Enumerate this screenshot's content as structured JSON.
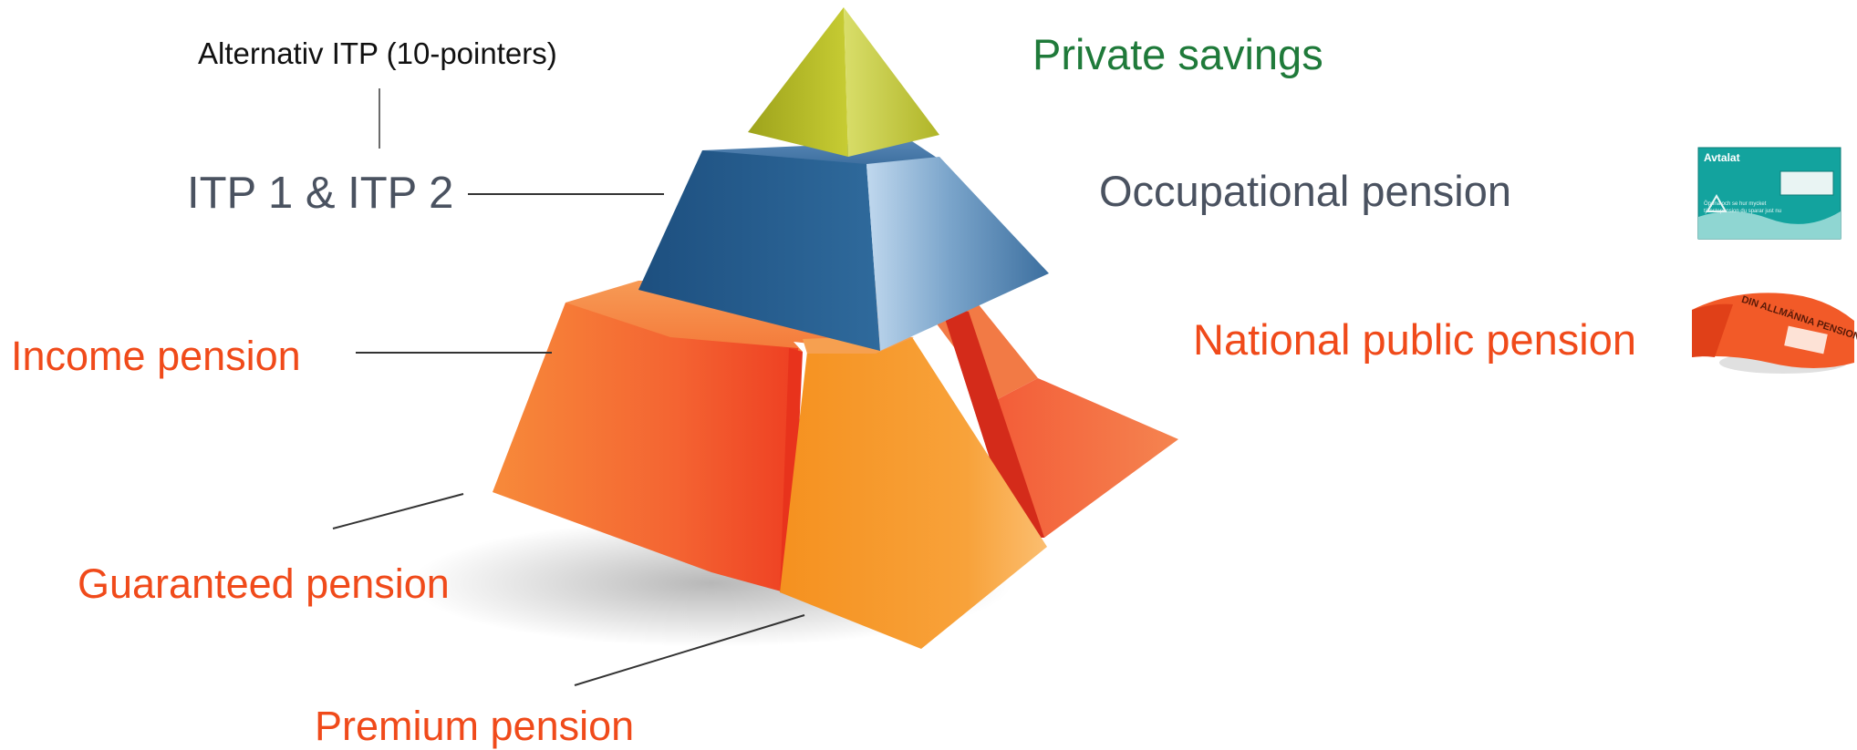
{
  "labels": {
    "itp_alternative": "Alternativ ITP (10-pointers)",
    "itp_1_2": "ITP 1 & ITP 2",
    "income_pension": "Income pension",
    "guaranteed_pension": "Guaranteed pension",
    "premium_pension": "Premium pension",
    "private_savings": "Private savings",
    "occupational_pension": "Occupational pension",
    "national_public_pension": "National public pension"
  },
  "envelopes": {
    "occupational": {
      "brand": "Avtalat",
      "line1": "Öppna och se hur mycket",
      "line2": "tjänstepension du sparar just nu"
    },
    "national": {
      "line1": "DIN ALLMÄNNA PENSION"
    }
  },
  "colors": {
    "top_tier": "#b9bf2a",
    "middle_tier": "#2b5f8f",
    "bottom_tier": "#f2552a",
    "premium_segment": "#f7962a",
    "green_text": "#1f7a3a",
    "gray_text": "#4a5260",
    "orange_text": "#f04a1a",
    "envelope_teal": "#13a39e",
    "envelope_orange": "#f25a28"
  }
}
